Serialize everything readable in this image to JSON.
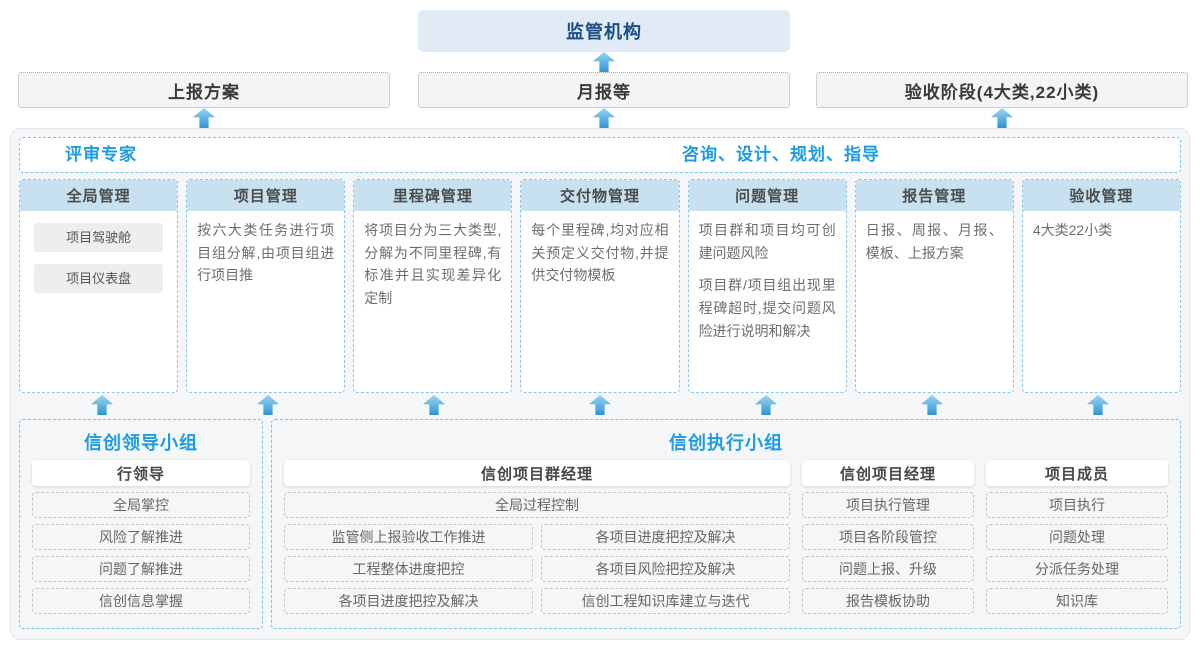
{
  "colors": {
    "accent_blue": "#1e9ce2",
    "navy_text": "#1b4e85",
    "column_header_bg": "#c8e1f0",
    "dashed_blue_border": "#85c6ea",
    "regulator_bg": "#e0ebf5",
    "container_bg": "#f4f6f8",
    "arrow_gradient_top": "#9bd6f3",
    "arrow_gradient_bottom": "#2d93d2"
  },
  "top": {
    "regulator_label": "监管机构",
    "boxes": [
      {
        "label": "上报方案"
      },
      {
        "label": "月报等"
      },
      {
        "label": "验收阶段(4大类,22小类)"
      }
    ]
  },
  "platform": {
    "left_title": "评审专家",
    "right_title": "咨询、设计、规划、指导",
    "columns": [
      {
        "title": "全局管理",
        "chips": [
          "项目驾驶舱",
          "项目仪表盘"
        ]
      },
      {
        "title": "项目管理",
        "p1": "按六大类任务进行项目组分解,由项目组进行项目推"
      },
      {
        "title": "里程碑管理",
        "p1": "将项目分为三大类型,分解为不同里程碑,有标准并且实现差异化定制"
      },
      {
        "title": "交付物管理",
        "p1": "每个里程碑,均对应相关预定义交付物,并提供交付物模板"
      },
      {
        "title": "问题管理",
        "p1": "项目群和项目均可创建问题风险",
        "p2": "项目群/项目组出现里程碑超时,提交问题风险进行说明和解决"
      },
      {
        "title": "报告管理",
        "p1": "日报、周报、月报、模板、上报方案"
      },
      {
        "title": "验收管理",
        "p1": "4大类22小类"
      }
    ]
  },
  "leader_group": {
    "title": "信创领导小组",
    "role": "行领导",
    "tasks": [
      "全局掌控",
      "风险了解推进",
      "问题了解推进",
      "信创信息掌握"
    ]
  },
  "executor_group": {
    "title": "信创执行小组",
    "program_manager": {
      "role": "信创项目群经理",
      "full_task": "全局过程控制",
      "left_tasks": [
        "监管侧上报验收工作推进",
        "工程整体进度把控",
        "各项目进度把控及解决"
      ],
      "right_tasks": [
        "各项目进度把控及解决",
        "各项目风险把控及解决",
        "信创工程知识库建立与迭代"
      ]
    },
    "project_manager": {
      "role": "信创项目经理",
      "tasks": [
        "项目执行管理",
        "项目各阶段管控",
        "问题上报、升级",
        "报告模板协助"
      ]
    },
    "member": {
      "role": "项目成员",
      "tasks": [
        "项目执行",
        "问题处理",
        "分派任务处理",
        "知识库"
      ]
    }
  }
}
